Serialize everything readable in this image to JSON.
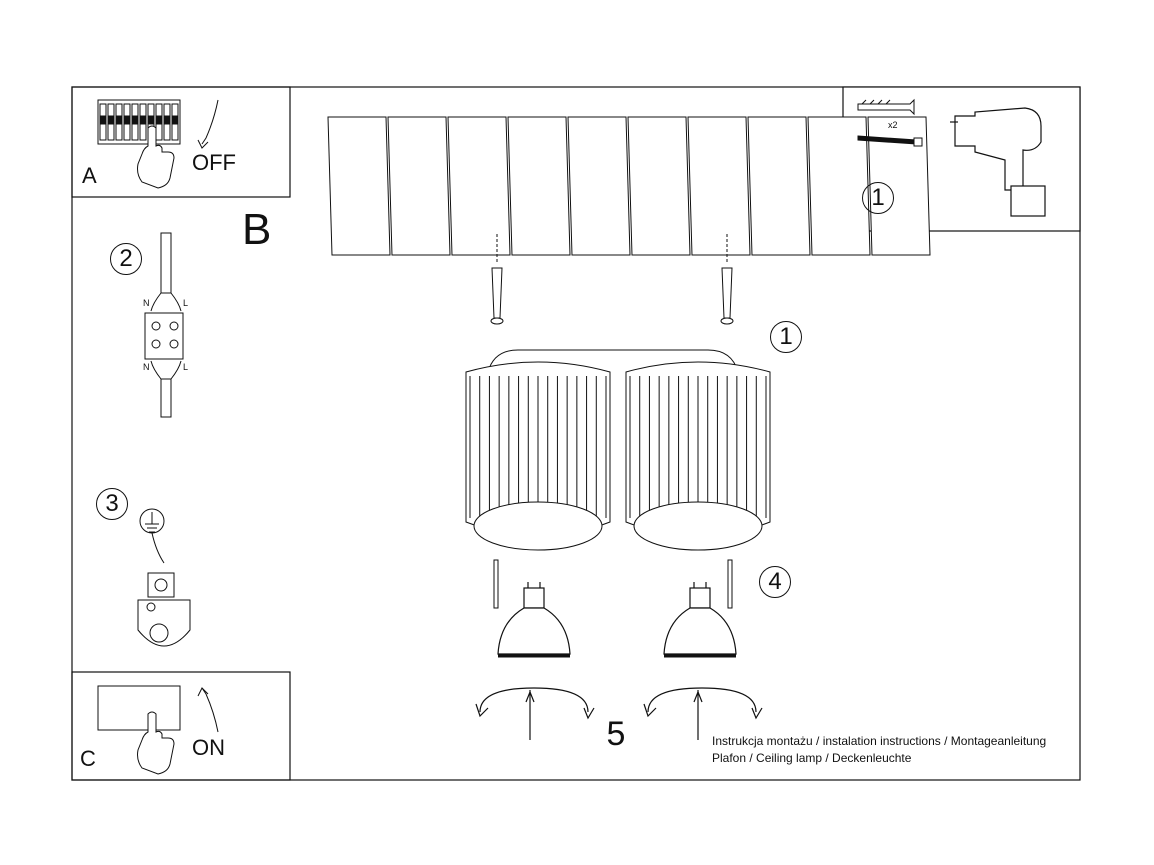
{
  "panel_a": {
    "letter": "A",
    "switch_text": "OFF"
  },
  "panel_b": {
    "letter": "B"
  },
  "panel_c": {
    "letter": "C",
    "switch_text": "ON"
  },
  "steps": {
    "s1_tools": "1",
    "s1_fixing": "1",
    "s2": "2",
    "s3": "3",
    "s4": "4",
    "s5": "5"
  },
  "tools": {
    "qty": "x2"
  },
  "wiring": {
    "n_top": "N",
    "l_top": "L",
    "n_bottom": "N",
    "l_bottom": "L"
  },
  "footer": {
    "line1": "Instrukcja montażu / instalation instructions / Montageanleitung",
    "line2": "Plafon / Ceiling lamp / Deckenleuchte"
  }
}
